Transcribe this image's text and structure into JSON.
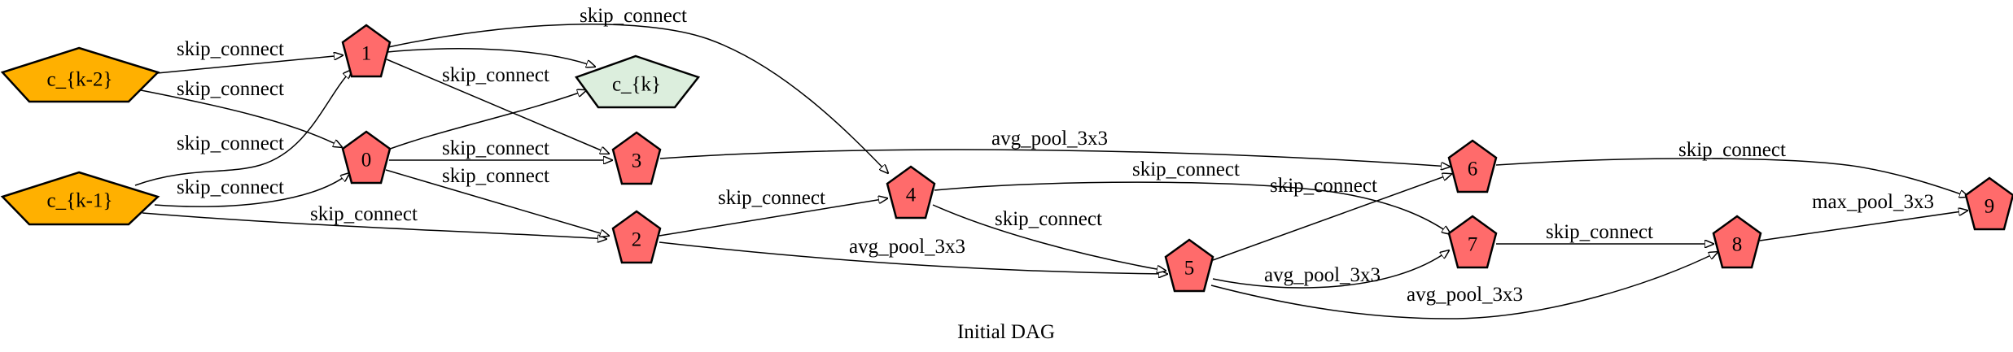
{
  "caption": "Initial DAG",
  "colors": {
    "input_fill": "#ffb000",
    "op_fill": "#ff6b6b",
    "output_fill": "#dceedd",
    "stroke": "#000000"
  },
  "nodes": {
    "ck2": {
      "label": "c_{k-2}",
      "kind": "input"
    },
    "ck1": {
      "label": "c_{k-1}",
      "kind": "input"
    },
    "n0": {
      "label": "0",
      "kind": "op"
    },
    "n1": {
      "label": "1",
      "kind": "op"
    },
    "n2": {
      "label": "2",
      "kind": "op"
    },
    "n3": {
      "label": "3",
      "kind": "op"
    },
    "n4": {
      "label": "4",
      "kind": "op"
    },
    "n5": {
      "label": "5",
      "kind": "op"
    },
    "n6": {
      "label": "6",
      "kind": "op"
    },
    "n7": {
      "label": "7",
      "kind": "op"
    },
    "n8": {
      "label": "8",
      "kind": "op"
    },
    "n9": {
      "label": "9",
      "kind": "op"
    },
    "ck": {
      "label": "c_{k}",
      "kind": "output"
    }
  },
  "edges": [
    {
      "from": "c_{k-2}",
      "to": "1",
      "op": "skip_connect"
    },
    {
      "from": "c_{k-2}",
      "to": "0",
      "op": "skip_connect"
    },
    {
      "from": "c_{k-1}",
      "to": "1",
      "op": "skip_connect"
    },
    {
      "from": "c_{k-1}",
      "to": "0",
      "op": "skip_connect"
    },
    {
      "from": "c_{k-1}",
      "to": "2",
      "op": "skip_connect"
    },
    {
      "from": "1",
      "to": "4",
      "op": "skip_connect"
    },
    {
      "from": "1",
      "to": "3",
      "op": "skip_connect"
    },
    {
      "from": "1",
      "to": "c_{k}",
      "op": ""
    },
    {
      "from": "0",
      "to": "c_{k}",
      "op": ""
    },
    {
      "from": "0",
      "to": "3",
      "op": "skip_connect"
    },
    {
      "from": "0",
      "to": "2",
      "op": "skip_connect"
    },
    {
      "from": "3",
      "to": "6",
      "op": "avg_pool_3x3"
    },
    {
      "from": "2",
      "to": "4",
      "op": "skip_connect"
    },
    {
      "from": "2",
      "to": "5",
      "op": "avg_pool_3x3"
    },
    {
      "from": "4",
      "to": "7",
      "op": "skip_connect"
    },
    {
      "from": "4",
      "to": "5",
      "op": "skip_connect"
    },
    {
      "from": "5",
      "to": "6",
      "op": "skip_connect"
    },
    {
      "from": "5",
      "to": "7",
      "op": "avg_pool_3x3"
    },
    {
      "from": "5",
      "to": "8",
      "op": "avg_pool_3x3"
    },
    {
      "from": "6",
      "to": "9",
      "op": "skip_connect"
    },
    {
      "from": "7",
      "to": "8",
      "op": "skip_connect"
    },
    {
      "from": "8",
      "to": "9",
      "op": "max_pool_3x3"
    }
  ]
}
